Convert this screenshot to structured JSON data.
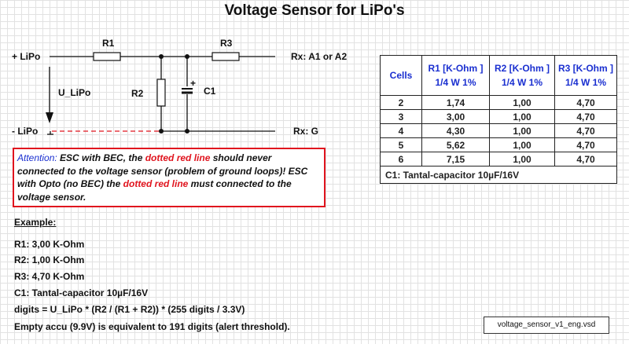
{
  "title": "Voltage Sensor for LiPo's",
  "circuit": {
    "plus_lipo": "+ LiPo",
    "minus_lipo": "- LiPo",
    "u_lipo": "U_LiPo",
    "r1": "R1",
    "r2": "R2",
    "r3": "R3",
    "c1": "C1",
    "c1_polarity": "+",
    "rx_signal": "Rx: A1 or A2",
    "rx_ground": "Rx: G"
  },
  "warning": {
    "attention": "Attention:",
    "t1": " ESC with BEC, the ",
    "red1": "dotted red line",
    "t2": " should never connected to the voltage sensor (problem of ground loops)! ESC with Opto (no BEC) the ",
    "red2": "dotted red line",
    "t3": " must connected to the voltage sensor."
  },
  "table": {
    "headers": [
      [
        "Cells",
        ""
      ],
      [
        "R1 [K-Ohm ]",
        "1/4 W 1%"
      ],
      [
        "R2 [K-Ohm ]",
        "1/4 W 1%"
      ],
      [
        "R3 [K-Ohm ]",
        "1/4 W 1%"
      ]
    ],
    "rows": [
      [
        "2",
        "1,74",
        "1,00",
        "4,70"
      ],
      [
        "3",
        "3,00",
        "1,00",
        "4,70"
      ],
      [
        "4",
        "4,30",
        "1,00",
        "4,70"
      ],
      [
        "5",
        "5,62",
        "1,00",
        "4,70"
      ],
      [
        "6",
        "7,15",
        "1,00",
        "4,70"
      ]
    ],
    "footer": "C1: Tantal-capacitor 10µF/16V"
  },
  "example": {
    "heading": "Example:",
    "lines": [
      "R1: 3,00 K-Ohm",
      "R2: 1,00 K-Ohm",
      "R3: 4,70 K-Ohm",
      "C1: Tantal-capacitor 10µF/16V",
      "digits = U_LiPo * (R2 / (R1 + R2)) * (255 digits / 3.3V)",
      "Empty accu (9.9V) is equivalent to 191 digits (alert threshold)."
    ]
  },
  "file_label": "voltage_sensor_v1_eng.vsd"
}
